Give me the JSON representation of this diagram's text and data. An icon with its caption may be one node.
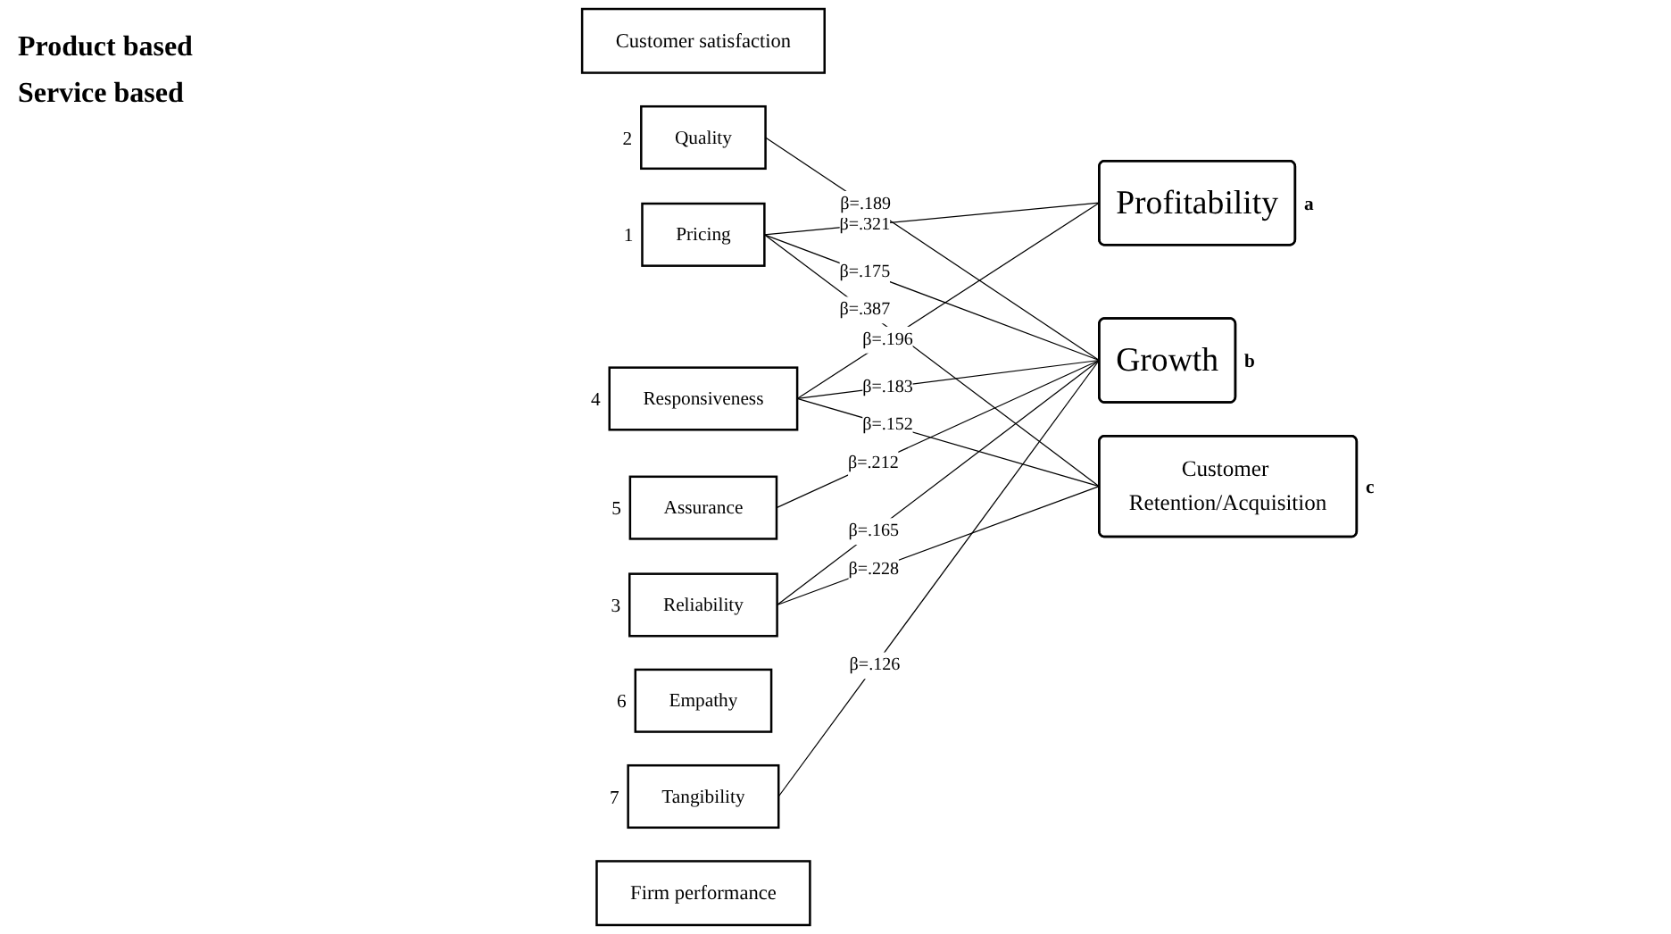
{
  "diagram": {
    "nodes": [
      {
        "text": [
          "Customer satisfaction"
        ]
      },
      {
        "text": [
          "Pricing"
        ],
        "beside": [
          "1"
        ]
      },
      {
        "text": [
          "Quality"
        ],
        "beside": [
          "2"
        ]
      },
      {
        "text": [
          "Reliability"
        ],
        "beside": [
          "3"
        ]
      },
      {
        "text": [
          "Responsiveness"
        ],
        "beside": [
          "4"
        ]
      },
      {
        "text": [
          "Assurance"
        ],
        "beside": [
          "5"
        ]
      },
      {
        "text": [
          "Empathy"
        ],
        "beside": [
          "6"
        ]
      },
      {
        "text": [
          "Tangibility"
        ],
        "beside": [
          "7"
        ]
      },
      {
        "text": [
          "Profitability"
        ],
        "beside": [
          "a"
        ]
      },
      {
        "text": [
          "Growth"
        ],
        "beside": [
          "b"
        ]
      },
      {
        "text": [
          "Customer Retention/Acquisition"
        ],
        "beside": [
          "c"
        ]
      },
      {
        "text": [
          "Firm performance"
        ]
      }
    ],
    "edges": [
      {
        "from": 1,
        "to": 8,
        "arrow": "none",
        "label": "β=.321"
      },
      {
        "from": 1,
        "to": 9,
        "arrow": "none",
        "label": "β=.175"
      },
      {
        "from": 1,
        "to": 10,
        "arrow": "none",
        "label": "β=.387"
      },
      {
        "from": 2,
        "to": 9,
        "arrow": "none",
        "label": "β=.189"
      },
      {
        "from": 4,
        "to": 8,
        "arrow": "none",
        "label": "β=.196"
      },
      {
        "from": 3,
        "to": 9,
        "arrow": "none",
        "label": "β=.165"
      },
      {
        "from": 3,
        "to": 10,
        "arrow": "none",
        "label": "β=.228"
      },
      {
        "from": 4,
        "to": 9,
        "arrow": "none",
        "label": "β=.183"
      },
      {
        "from": 4,
        "to": 10,
        "arrow": "none",
        "label": "β=.152"
      },
      {
        "from": 5,
        "to": 9,
        "arrow": "none",
        "label": "β=.212"
      },
      {
        "from": 7,
        "to": 9,
        "arrow": "none",
        "label": "β=.126"
      }
    ],
    "labels": [
      "Product based",
      "Service based"
    ]
  }
}
